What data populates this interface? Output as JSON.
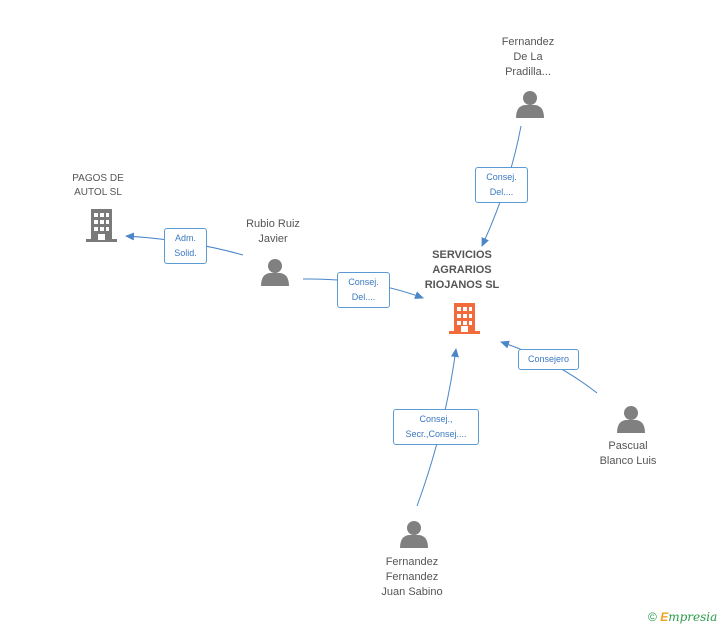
{
  "nodes": {
    "center": {
      "line1": "SERVICIOS",
      "line2": "AGRARIOS",
      "line3": "RIOJANOS SL"
    },
    "pagos": {
      "line1": "PAGOS DE",
      "line2": "AUTOL  SL"
    },
    "rubio": {
      "line1": "Rubio Ruiz",
      "line2": "Javier"
    },
    "fernandez_la": {
      "line1": "Fernandez",
      "line2": "De La",
      "line3": "Pradilla..."
    },
    "pascual": {
      "line1": "Pascual",
      "line2": "Blanco Luis"
    },
    "fernandez_juan": {
      "line1": "Fernandez",
      "line2": "Fernandez",
      "line3": "Juan Sabino"
    }
  },
  "edges": {
    "adm": {
      "line1": "Adm.",
      "line2": "Solid."
    },
    "rubio_center": {
      "line1": "Consej.",
      "line2": "Del...."
    },
    "fernandez_la_center": {
      "line1": "Consej.",
      "line2": "Del...."
    },
    "pascual_center": {
      "line1": "Consejero"
    },
    "juan_center": {
      "line1": "Consej.,",
      "line2": "Secr.,Consej...."
    }
  },
  "footer": {
    "copyright": "©",
    "brand_first": "E",
    "brand_rest": "mpresia"
  },
  "colors": {
    "person": "#808080",
    "company": "#7a7a7a",
    "center_company": "#f26b3a",
    "edge": "#4a86c8"
  }
}
